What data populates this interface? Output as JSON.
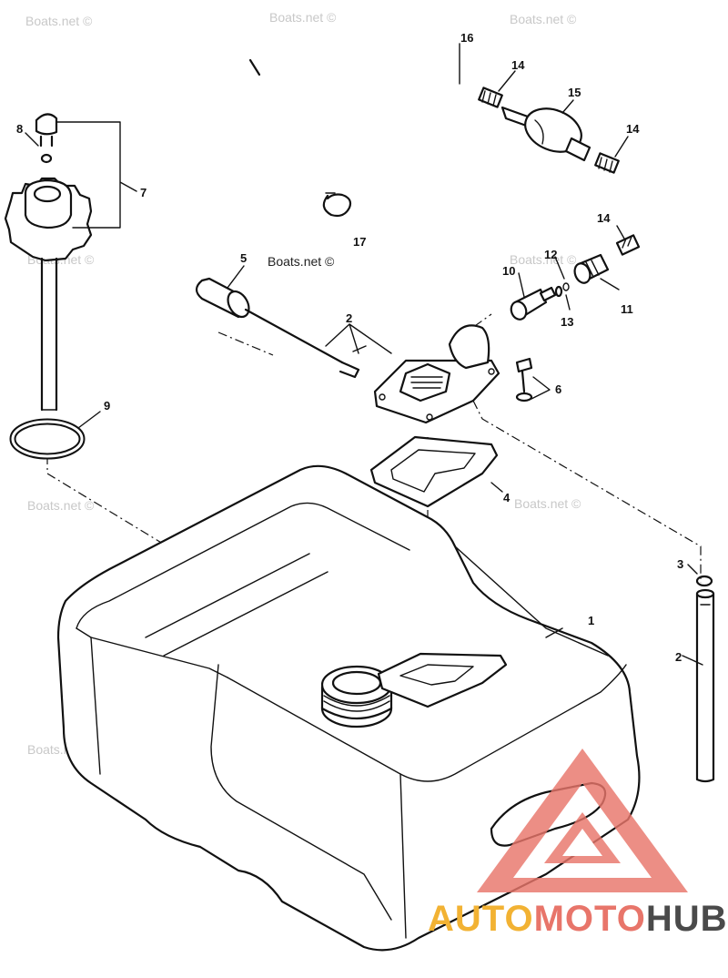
{
  "diagram": {
    "callouts": {
      "c1": "1",
      "c2a": "2",
      "c2b": "2",
      "c3": "3",
      "c4": "4",
      "c5": "5",
      "c6": "6",
      "c7": "7",
      "c8": "8",
      "c9": "9",
      "c10": "10",
      "c11": "11",
      "c12": "12",
      "c13": "13",
      "c14a": "14",
      "c14b": "14",
      "c14c": "14",
      "c15": "15",
      "c16": "16",
      "c17": "17"
    },
    "watermark": "Boats.net ©",
    "watermark_prefix": "Boats.net ©",
    "brand": {
      "part1": "AUTO",
      "part2": "MOTO",
      "part3": "HUB",
      "color1": "#f2b233",
      "color2": "#e8756a",
      "color3": "#4a4a4a",
      "logo_color": "#e8756a"
    }
  }
}
